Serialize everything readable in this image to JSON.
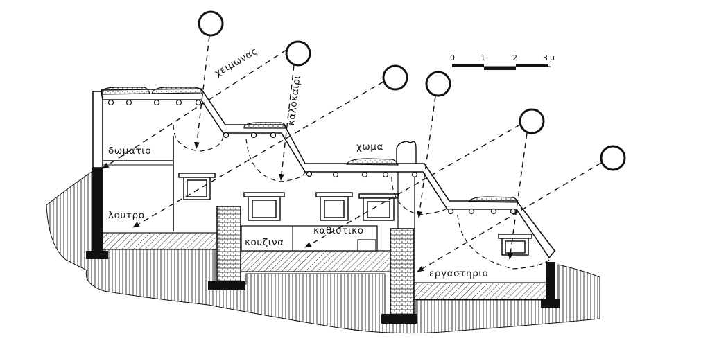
{
  "diagram": {
    "labels": {
      "winter": "χειμωνας",
      "summer": "καλοκαιρι",
      "earth": "χωμα",
      "room": "δωματιο",
      "bath": "λουτρο",
      "kitchen": "κουζινα",
      "living": "καθιστικο",
      "workshop": "εργαστηριο"
    },
    "scale": {
      "ticks": [
        "0",
        "1",
        "2",
        "3"
      ],
      "unit": "μ"
    },
    "colors": {
      "ink": "#111111",
      "paper": "#ffffff"
    }
  }
}
